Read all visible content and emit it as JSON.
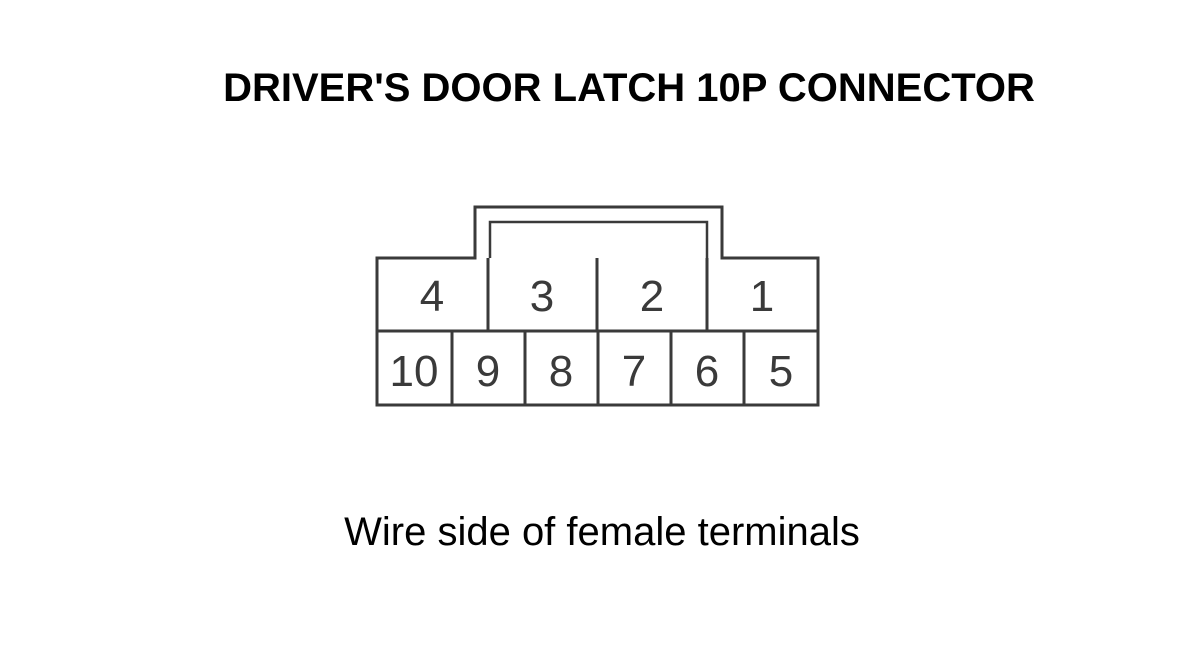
{
  "title": "DRIVER'S DOOR LATCH 10P CONNECTOR",
  "caption": "Wire side of female terminals",
  "colors": {
    "outline": "#3a3a3a",
    "text": "#000000",
    "background": "#ffffff"
  },
  "connector": {
    "pin_count": 10,
    "top_row": [
      "4",
      "3",
      "2",
      "1"
    ],
    "bottom_row": [
      "10",
      "9",
      "8",
      "7",
      "6",
      "5"
    ]
  }
}
